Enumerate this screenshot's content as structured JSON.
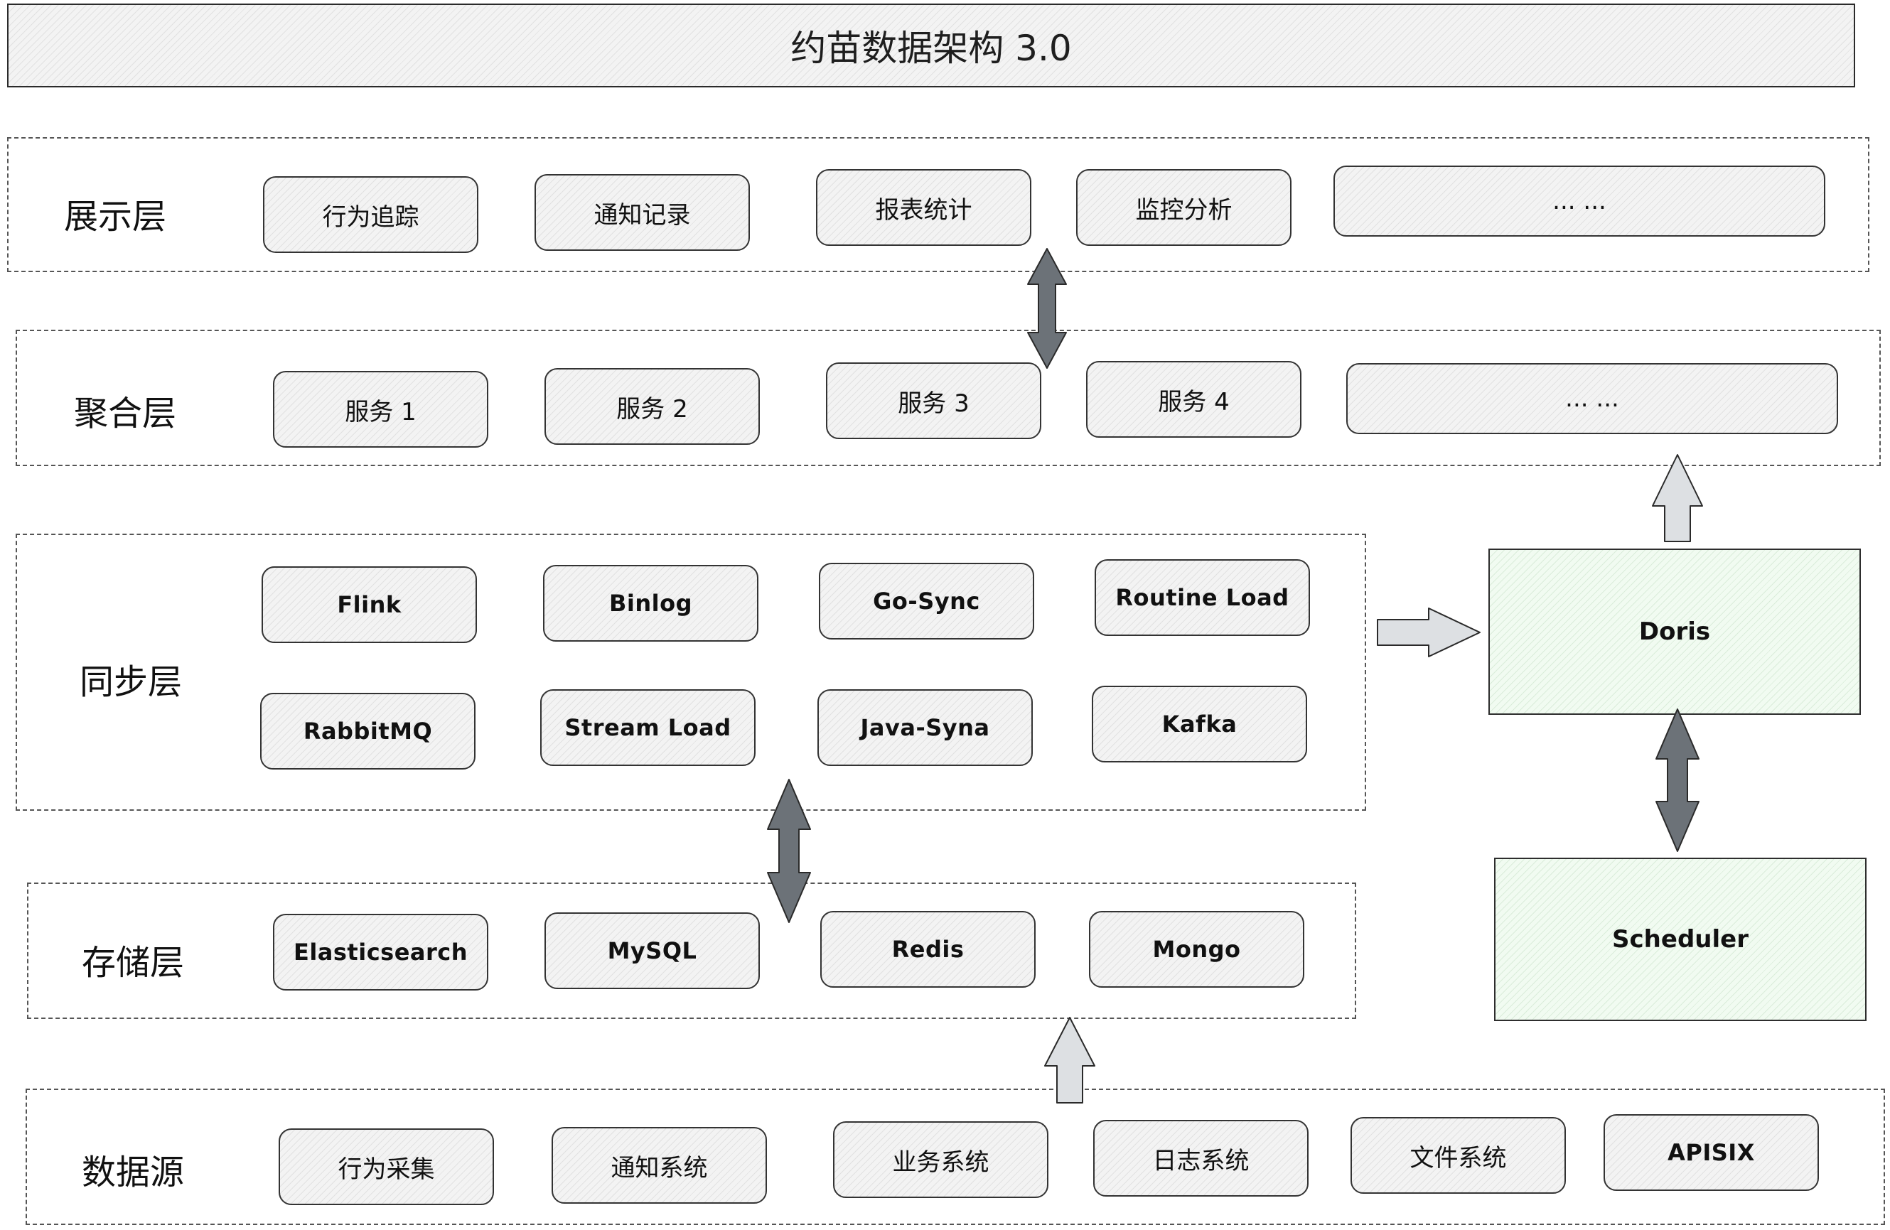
{
  "title": "约苗数据架构 3.0",
  "layers": {
    "presentation": {
      "label": "展示层",
      "items": [
        "行为追踪",
        "通知记录",
        "报表统计",
        "监控分析",
        "... ..."
      ]
    },
    "aggregation": {
      "label": "聚合层",
      "items": [
        "服务 1",
        "服务 2",
        "服务 3",
        "服务 4",
        "... ..."
      ]
    },
    "sync": {
      "label": "同步层",
      "items": [
        "Flink",
        "Binlog",
        "Go-Sync",
        "Routine Load",
        "RabbitMQ",
        "Stream Load",
        "Java-Syna",
        "Kafka"
      ]
    },
    "storage": {
      "label": "存储层",
      "items": [
        "Elasticsearch",
        "MySQL",
        "Redis",
        "Mongo"
      ]
    },
    "source": {
      "label": "数据源",
      "items": [
        "行为采集",
        "通知系统",
        "业务系统",
        "日志系统",
        "文件系统",
        "APISIX"
      ]
    }
  },
  "side": {
    "doris": "Doris",
    "scheduler": "Scheduler"
  },
  "colors": {
    "arrow_dark": "#6c7278",
    "arrow_light": "#dde0e3",
    "green_fill": "#f1fbf1"
  }
}
